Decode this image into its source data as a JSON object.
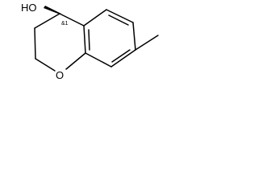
{
  "structure": {
    "atoms": {
      "hydroxyl": "HO",
      "ring_oxygen": "O"
    },
    "stereo_annotation": "&1"
  },
  "colors": {
    "bond": "#000000",
    "background": "#ffffff"
  }
}
